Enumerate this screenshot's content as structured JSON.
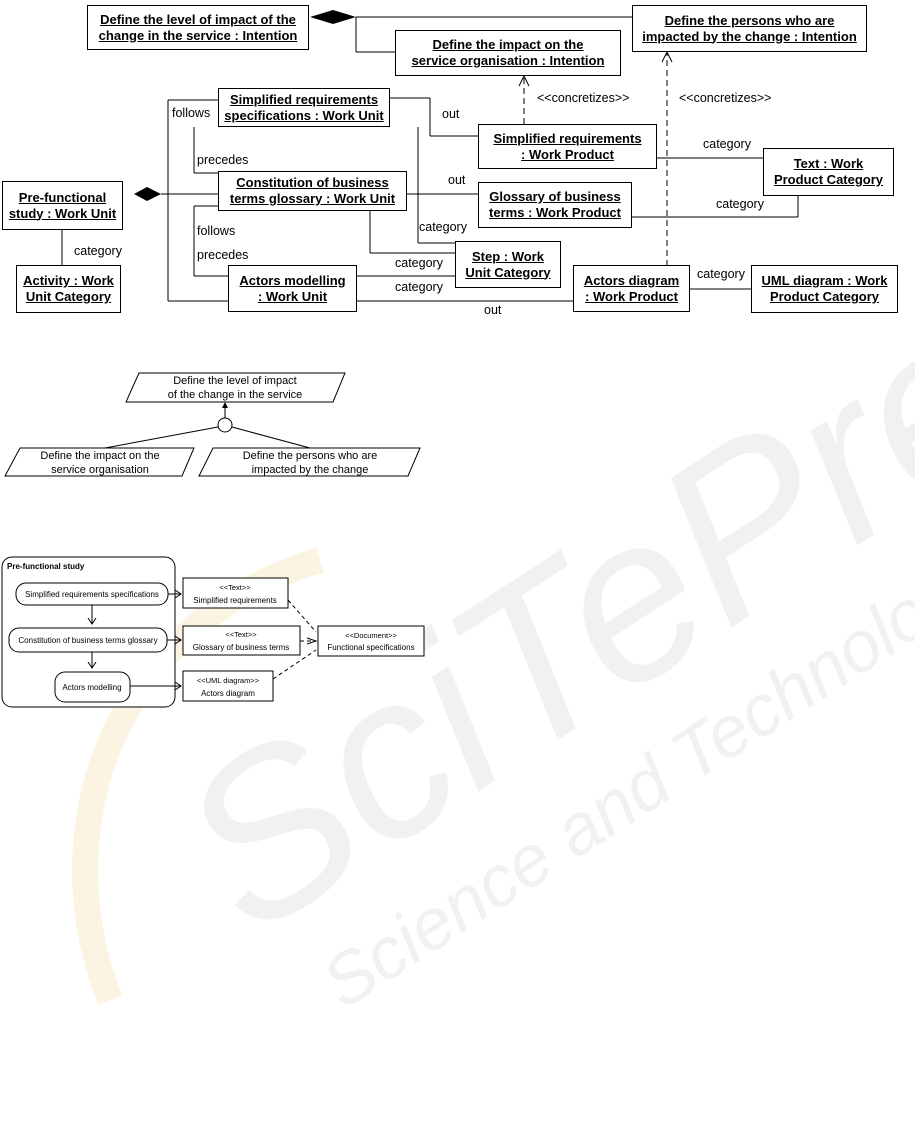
{
  "top_model": {
    "boxes": {
      "level_impact": [
        "Define the level of impact of the",
        "change in the service : Intention"
      ],
      "impact_org": [
        "Define the impact on the",
        "service organisation : Intention"
      ],
      "persons": [
        "Define the persons who are",
        "impacted by the change : Intention"
      ],
      "simplified_spec": [
        "Simplified requirements",
        "specifications : Work Unit"
      ],
      "simplified_req": [
        "Simplified requirements",
        ": Work Product"
      ],
      "text_cat": [
        "Text : Work",
        "Product Category"
      ],
      "prefunctional": [
        "Pre-functional",
        "study : Work Unit"
      ],
      "constitution": [
        "Constitution of business",
        "terms glossary : Work Unit"
      ],
      "glossary": [
        "Glossary of business",
        "terms : Work Product"
      ],
      "step": [
        "Step : Work",
        "Unit Category"
      ],
      "activity": [
        "Activity : Work",
        "Unit Category"
      ],
      "actors_model": [
        "Actors modelling",
        ": Work Unit"
      ],
      "actors_diagram": [
        "Actors diagram",
        ": Work Product"
      ],
      "uml_cat": [
        "UML diagram : Work",
        "Product Category"
      ]
    },
    "labels": {
      "follows": "follows",
      "precedes": "precedes",
      "out": "out",
      "category": "category",
      "concretizes": "<<concretizes>>"
    }
  },
  "goal_tree": {
    "root": [
      "Define the level of impact",
      "of the change in the service"
    ],
    "left": [
      "Define the impact on the",
      "service organisation"
    ],
    "right": [
      "Define the persons who are",
      "impacted by the change"
    ]
  },
  "activity_diagram": {
    "title": "Pre-functional study",
    "activities": [
      "Simplified requirements specifications",
      "Constitution of business terms glossary",
      "Actors modelling"
    ],
    "products": [
      {
        "stereotype": "<<Text>>",
        "name": "Simplified requirements"
      },
      {
        "stereotype": "<<Text>>",
        "name": "Glossary of business terms"
      },
      {
        "stereotype": "<<UML diagram>>",
        "name": "Actors diagram"
      }
    ],
    "document": {
      "stereotype": "<<Document>>",
      "name": "Functional specifications"
    }
  },
  "watermark": {
    "logo": "SciTePress",
    "tagline": "Science and Technology Publications"
  }
}
